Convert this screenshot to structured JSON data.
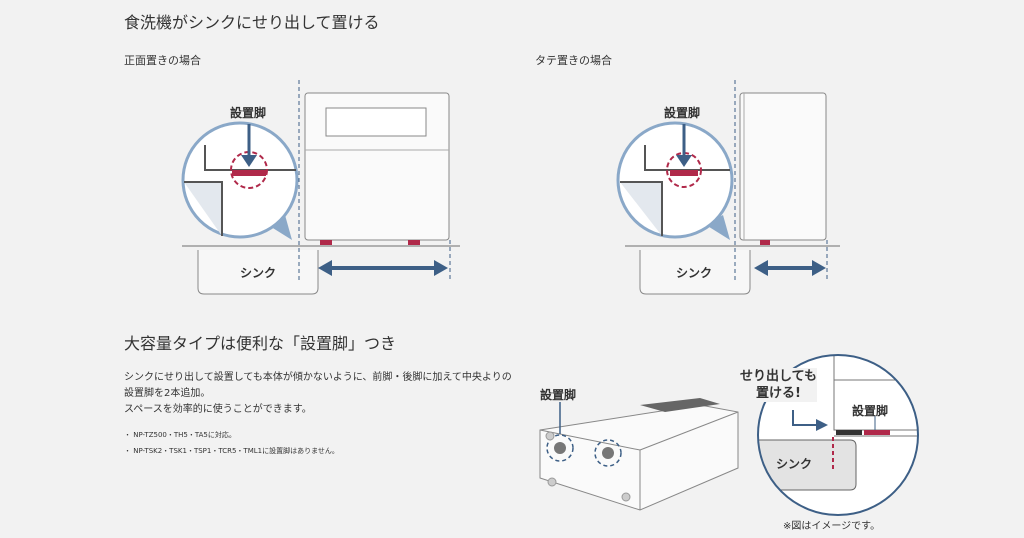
{
  "section1": {
    "title": "食洗機がシンクにせり出して置ける",
    "front": {
      "label": "正面置きの場合",
      "leg": "設置脚",
      "sink": "シンク"
    },
    "vertical": {
      "label": "タテ置きの場合",
      "leg": "設置脚",
      "sink": "シンク"
    }
  },
  "section2": {
    "title": "大容量タイプは便利な「設置脚」つき",
    "body_line1": "シンクにせり出して設置しても本体が傾かないように、前脚・後脚に加えて中央よりの",
    "body_line2": "設置脚を2本追加。",
    "body_line3": "スペースを効率的に使うことができます。",
    "notes": [
      "NP-TZ500・TH5・TA5に対応。",
      "NP-TSK2・TSK1・TSP1・TCR5・TML1に設置脚はありません。"
    ],
    "leg_label": "設置脚",
    "callout_line1": "せり出しても",
    "callout_line2": "置ける!",
    "callout_leg": "設置脚",
    "callout_sink": "シンク",
    "caption": "※図はイメージです。"
  },
  "colors": {
    "accent": "#3d5f86",
    "leg": "#b0294a",
    "circle": "#8aa8c8"
  }
}
